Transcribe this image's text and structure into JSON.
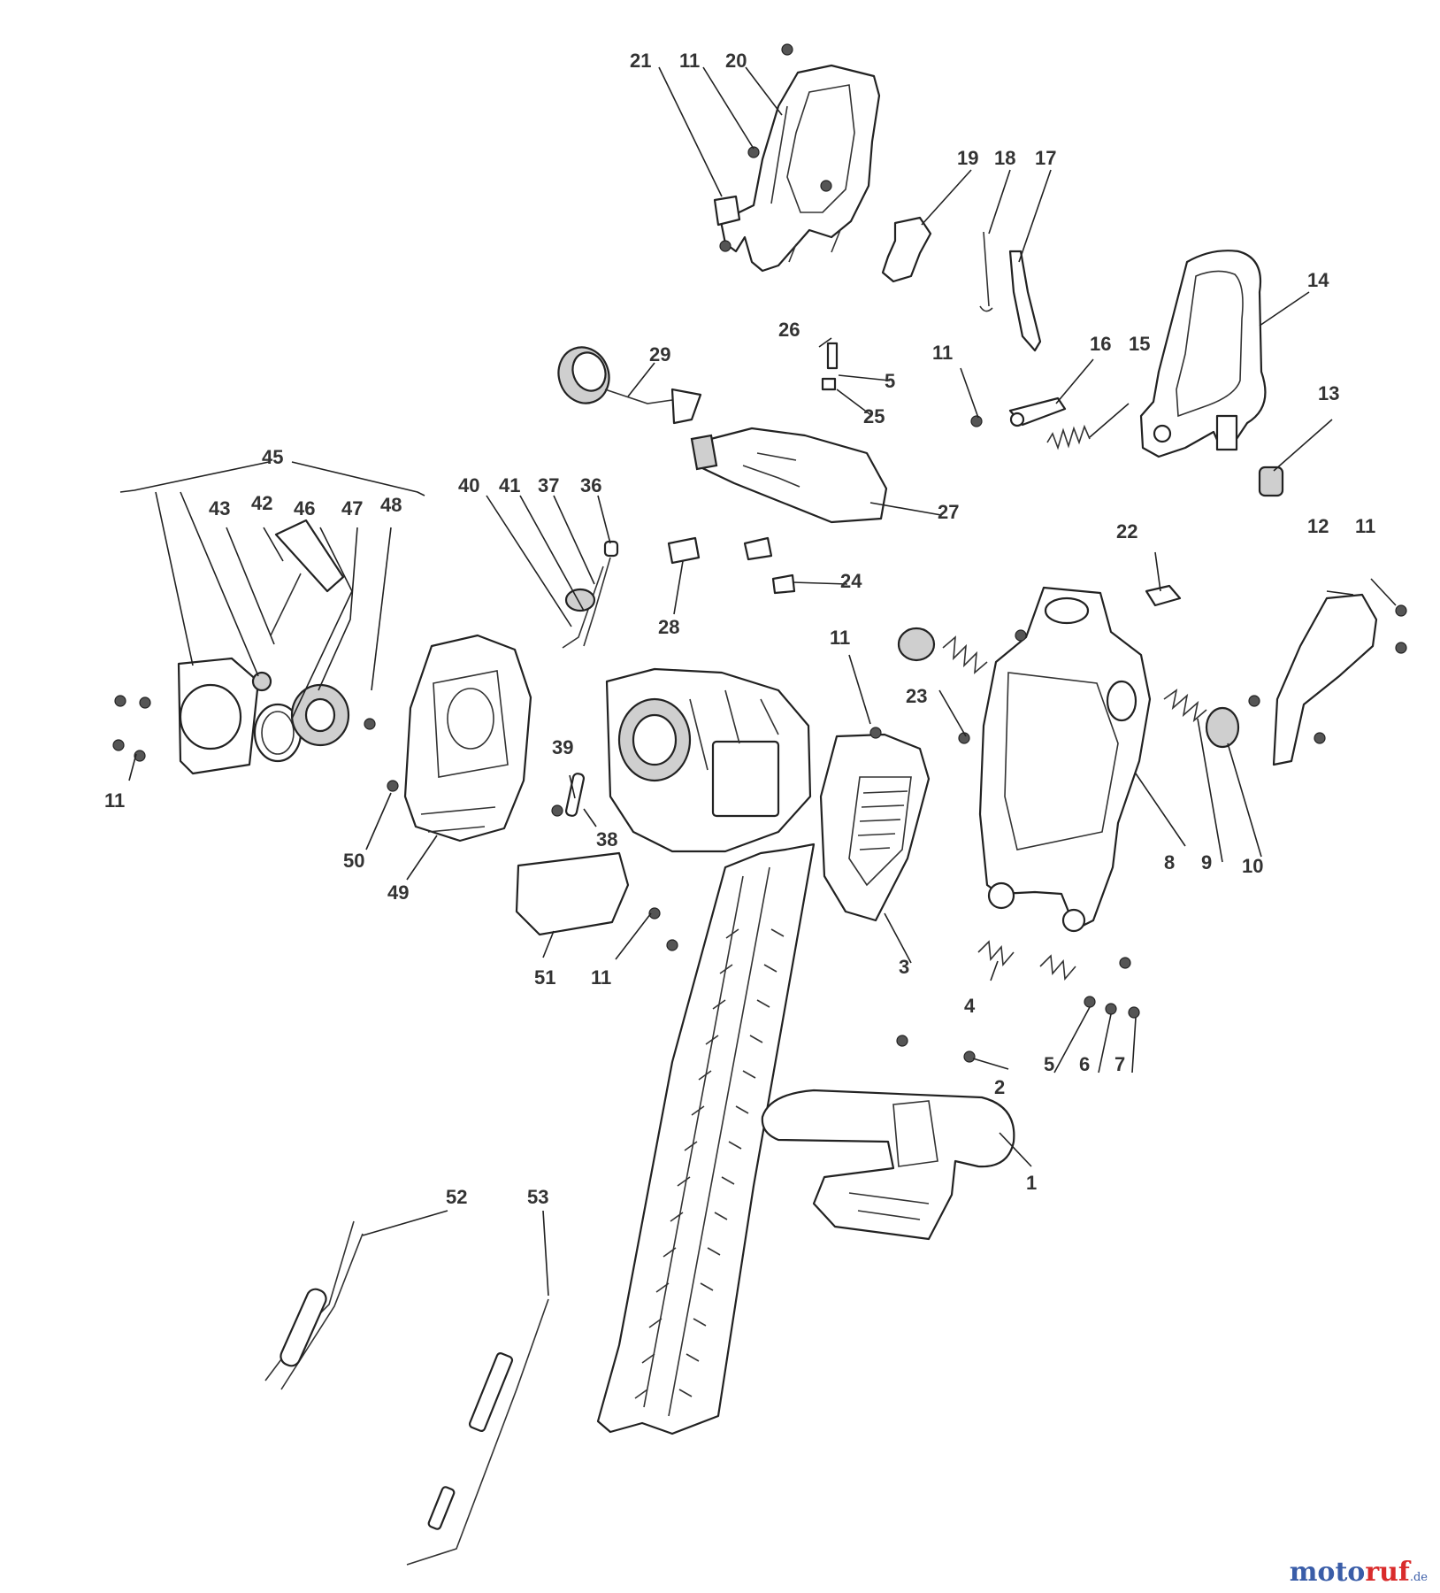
{
  "diagram": {
    "callouts": [
      "1",
      "2",
      "3",
      "4",
      "5",
      "5",
      "6",
      "7",
      "8",
      "9",
      "10",
      "11",
      "11",
      "11",
      "11",
      "11",
      "11",
      "12",
      "13",
      "14",
      "15",
      "16",
      "17",
      "18",
      "19",
      "20",
      "21",
      "22",
      "23",
      "24",
      "25",
      "26",
      "27",
      "28",
      "29",
      "36",
      "37",
      "38",
      "39",
      "40",
      "41",
      "42",
      "43",
      "45",
      "46",
      "47",
      "48",
      "49",
      "50",
      "51",
      "52",
      "53"
    ]
  },
  "logo": {
    "word_start": "moto",
    "word_accent": "ruf",
    "tld": ".de"
  },
  "colors": {
    "line": "#222222",
    "label": "#333333",
    "logo_blue": "#3a5da8",
    "logo_red": "#d92b2b"
  }
}
